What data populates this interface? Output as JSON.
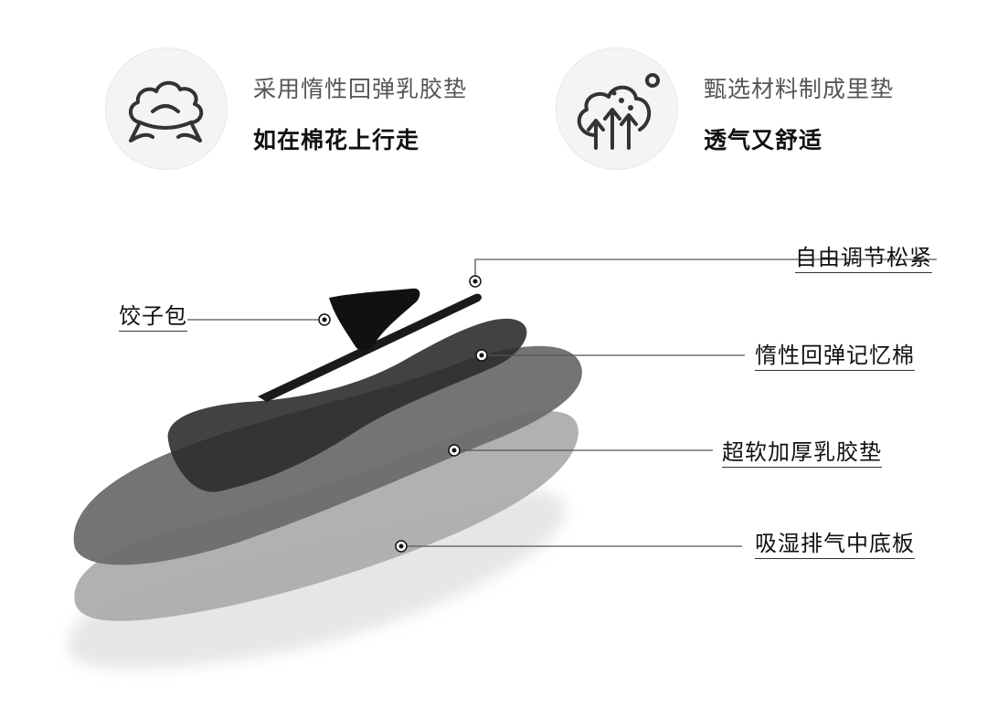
{
  "features": [
    {
      "icon": "cotton-cloud-icon",
      "title": "采用惰性回弹乳胶垫",
      "subtitle": "如在棉花上行走"
    },
    {
      "icon": "tree-material-icon",
      "title": "甄选材料制成里垫",
      "subtitle": "透气又舒适"
    }
  ],
  "callouts": {
    "adjust": "自由调节松紧",
    "dumpling": "饺子包",
    "memory_foam": "惰性回弹记忆棉",
    "latex_pad": "超软加厚乳胶垫",
    "midsole": "吸湿排气中底板"
  }
}
